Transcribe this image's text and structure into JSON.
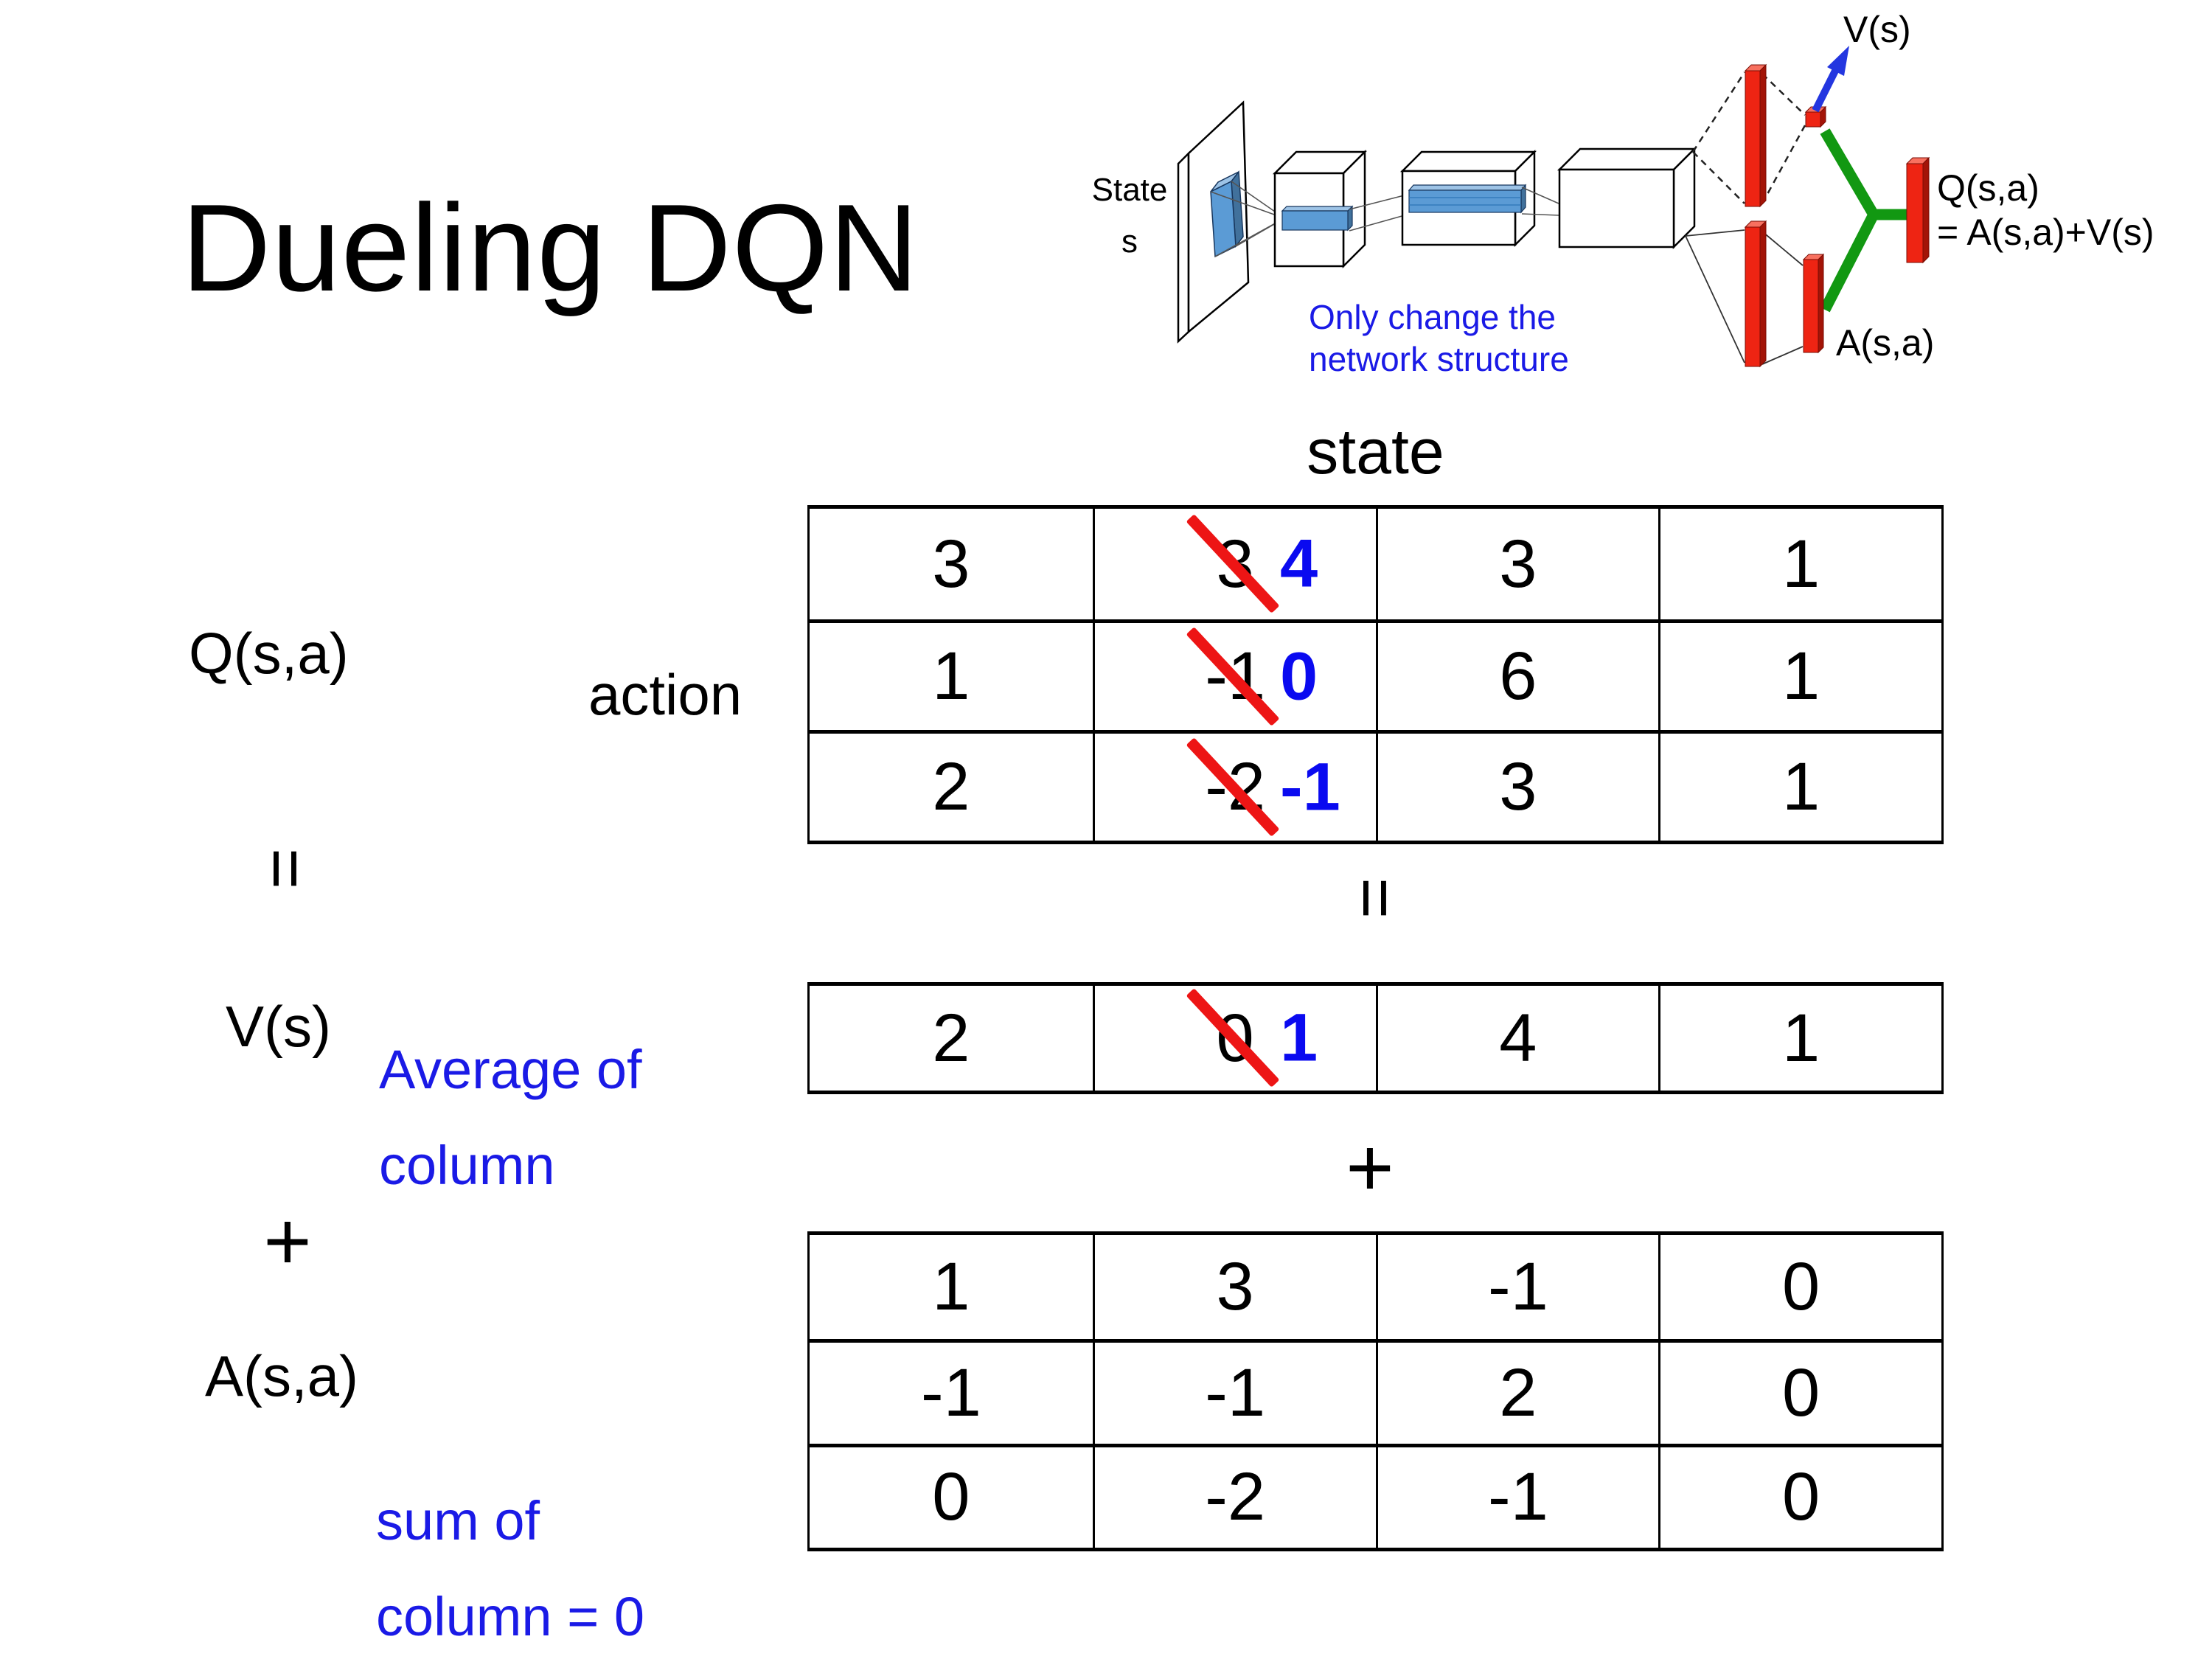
{
  "title": "Dueling DQN",
  "labels": {
    "state": "state",
    "action": "action",
    "q": "Q(s,a)",
    "v": "V(s)",
    "a": "A(s,a)",
    "equals": "=",
    "plus": "+"
  },
  "notes": {
    "avg_line1": "Average of",
    "avg_line2": "column",
    "sum_line1": "sum of",
    "sum_line2": "column = 0"
  },
  "diagram": {
    "state_line1": "State",
    "state_line2": "s",
    "note_line1": "Only change the",
    "note_line2": "network structure",
    "v_out": "V(s)",
    "q_out_line1": "Q(s,a)",
    "q_out_line2": "= A(s,a)+V(s)",
    "a_out": "A(s,a)"
  },
  "colors": {
    "strike_red": "#ed1515",
    "new_value_blue": "#0a0af0",
    "note_blue": "#1a1ae6",
    "combiner_green": "#129812",
    "bar_red": "#ee2413",
    "conv_blue": "#5b9bd5"
  },
  "q_table": {
    "rows": [
      [
        {
          "v": "3"
        },
        {
          "old": "3",
          "new": "4"
        },
        {
          "v": "3"
        },
        {
          "v": "1"
        }
      ],
      [
        {
          "v": "1"
        },
        {
          "old": "-1",
          "new": "0"
        },
        {
          "v": "6"
        },
        {
          "v": "1"
        }
      ],
      [
        {
          "v": "2"
        },
        {
          "old": "-2",
          "new": "-1"
        },
        {
          "v": "3"
        },
        {
          "v": "1"
        }
      ]
    ]
  },
  "v_table": {
    "cells": [
      {
        "v": "2"
      },
      {
        "old": "0",
        "new": "1"
      },
      {
        "v": "4"
      },
      {
        "v": "1"
      }
    ]
  },
  "a_table": {
    "rows": [
      [
        {
          "v": "1"
        },
        {
          "v": "3"
        },
        {
          "v": "-1"
        },
        {
          "v": "0"
        }
      ],
      [
        {
          "v": "-1"
        },
        {
          "v": "-1"
        },
        {
          "v": "2"
        },
        {
          "v": "0"
        }
      ],
      [
        {
          "v": "0"
        },
        {
          "v": "-2"
        },
        {
          "v": "-1"
        },
        {
          "v": "0"
        }
      ]
    ]
  }
}
